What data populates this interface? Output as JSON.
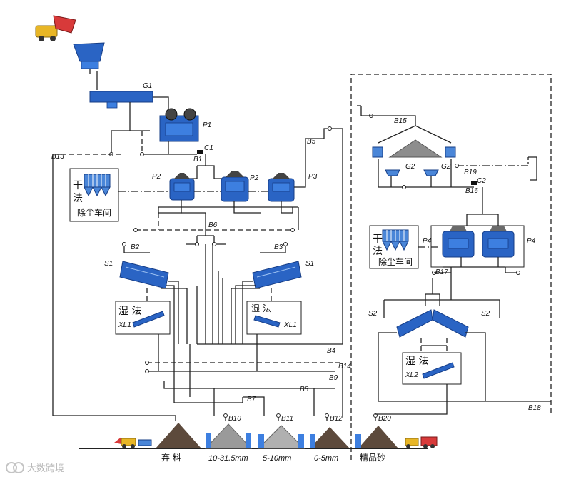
{
  "labels": {
    "g1": "G1",
    "p1": "P1",
    "c1": "C1",
    "b1": "B1",
    "b5": "B5",
    "b13": "B13",
    "p2_left": "P2",
    "p2_right": "P2",
    "p3": "P3",
    "b6": "B6",
    "b2": "B2",
    "b3": "B3",
    "s1_left": "S1",
    "s1_right": "S1",
    "xl1_left": "XL1",
    "xl1_right": "XL1",
    "b4": "B4",
    "b14": "B14",
    "b9": "B9",
    "b7": "B7",
    "b8": "B8",
    "b10": "B10",
    "b11": "B11",
    "b12": "B12",
    "b20": "B20",
    "b15": "B15",
    "g2_left": "G2",
    "g2_right": "G2",
    "b19": "B19",
    "c2": "C2",
    "b16": "B16",
    "p4_left": "P4",
    "p4_right": "P4",
    "b17": "B17",
    "s2_left": "S2",
    "s2_right": "S2",
    "xl2": "XL2",
    "b18": "B18"
  },
  "boxes": {
    "dry_dust_left": {
      "gan": "干",
      "fa": "法",
      "name": "除尘车间"
    },
    "dry_dust_right": {
      "gan": "干",
      "fa": "法",
      "name": "除尘车间"
    },
    "wet_left": "湿 法",
    "wet_right": "湿 法",
    "wet_bottom": "湿 法"
  },
  "products": {
    "waste": "弃   料",
    "p1": "10-31.5mm",
    "p2": "5-10mm",
    "p3": "0-5mm",
    "fine_sand": "精品砂"
  },
  "watermark": "大数跨境",
  "colors": {
    "equipment": "#2a64c4",
    "line": "#222222",
    "pile": "#5d4a3c"
  }
}
